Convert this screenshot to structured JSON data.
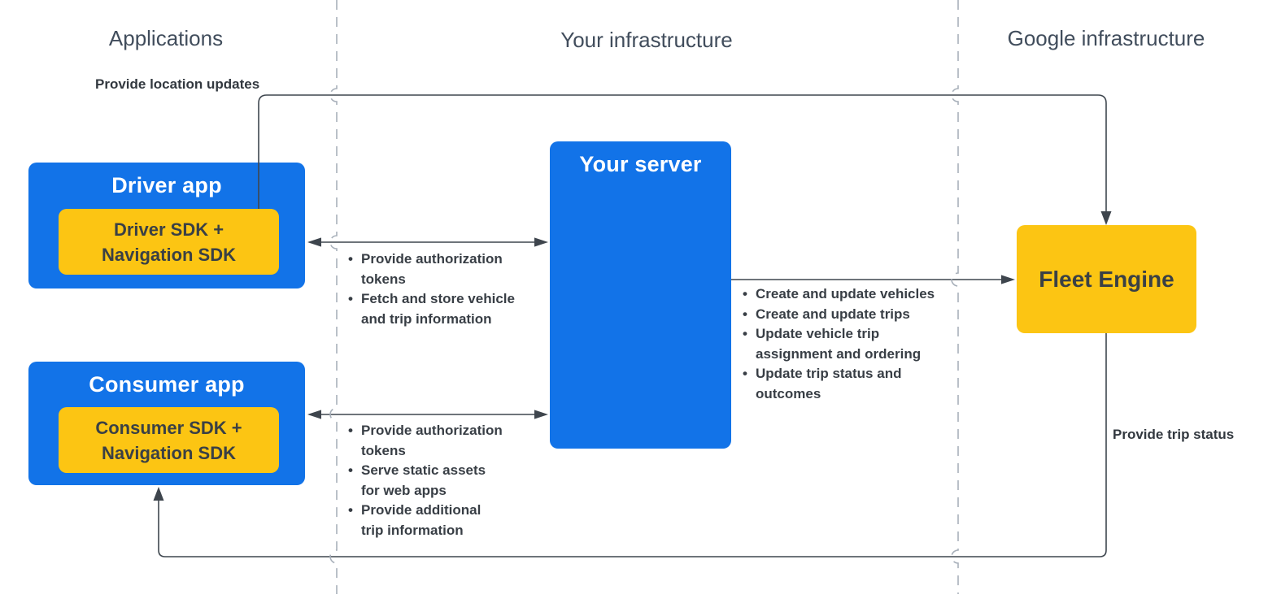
{
  "palette": {
    "blue": "#1273E8",
    "yellow": "#FCC513",
    "connector": "#3F474F",
    "divider": "#A8B0BA",
    "dark_text": "#3A4045",
    "heading_text": "#414D5C",
    "white": "#FFFFFF"
  },
  "glyphs": {
    "bullet": "•"
  },
  "headers": {
    "applications": "Applications",
    "your_infrastructure": "Your infrastructure",
    "google_infrastructure": "Google infrastructure"
  },
  "nodes": {
    "driver_app": {
      "title": "Driver app",
      "sdk": "Driver SDK +\nNavigation SDK"
    },
    "consumer_app": {
      "title": "Consumer app",
      "sdk": "Consumer SDK +\nNavigation SDK"
    },
    "your_server": {
      "title": "Your server"
    },
    "fleet_engine": {
      "title": "Fleet Engine"
    }
  },
  "edges": {
    "location_updates": {
      "label": "Provide location updates"
    },
    "trip_status": {
      "label": "Provide trip status"
    },
    "driver_server": {
      "items": [
        "Provide authorization\ntokens",
        "Fetch and store vehicle\nand trip information"
      ]
    },
    "consumer_server": {
      "items": [
        "Provide authorization\ntokens",
        "Serve static assets\nfor web apps",
        "Provide additional\ntrip information"
      ]
    },
    "server_fleet": {
      "items": [
        "Create and update vehicles",
        "Create and update trips",
        "Update vehicle trip\nassignment and ordering",
        "Update trip status and\noutcomes"
      ]
    }
  }
}
